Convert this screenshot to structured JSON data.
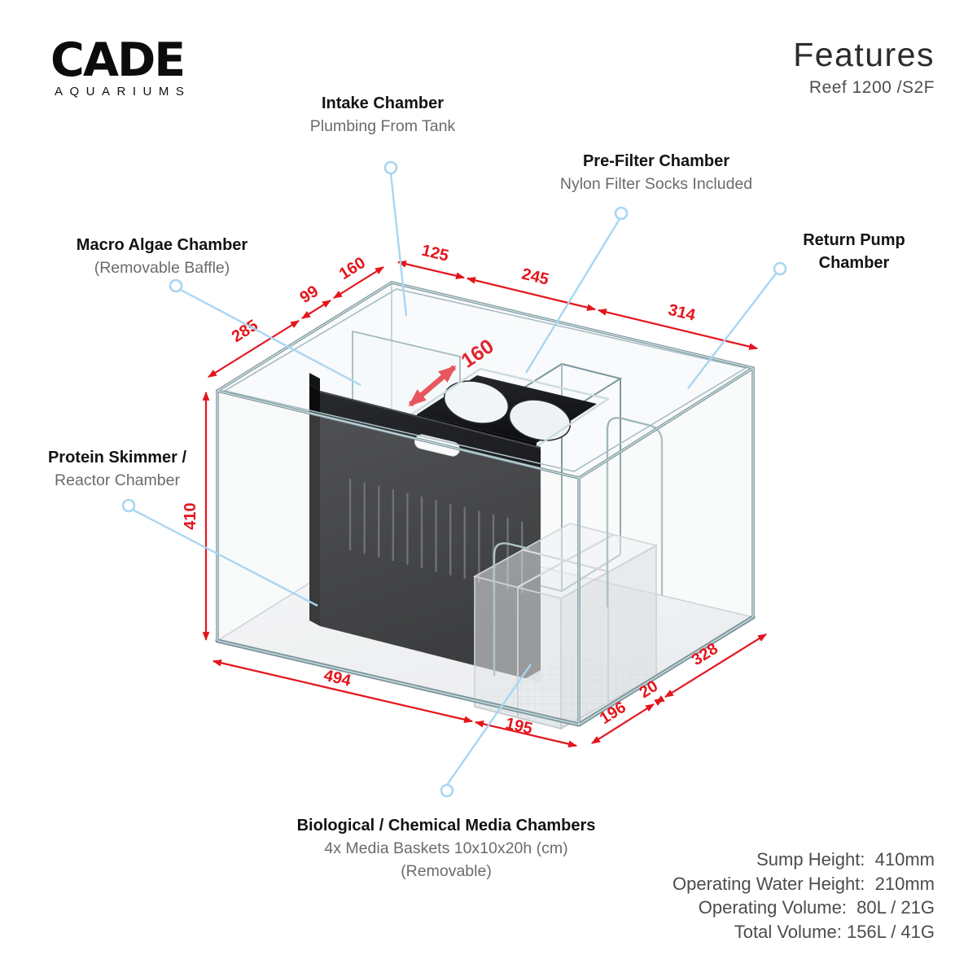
{
  "brand": {
    "name": "CADE",
    "tagline": "AQUARIUMS"
  },
  "header": {
    "title": "Features",
    "model": "Reef 1200 /S2F"
  },
  "callouts": {
    "intake": {
      "title": "Intake Chamber",
      "subtitle": "Plumbing From Tank"
    },
    "prefilter": {
      "title": "Pre-Filter Chamber",
      "subtitle": "Nylon Filter Socks Included"
    },
    "macro_algae": {
      "title": "Macro Algae Chamber",
      "subtitle": "(Removable Baffle)"
    },
    "return_pump": {
      "title": "Return Pump Chamber"
    },
    "protein_skimmer": {
      "title": "Protein Skimmer /",
      "subtitle": "Reactor Chamber"
    },
    "media": {
      "title": "Biological / Chemical Media Chambers",
      "subtitle": "4x Media Baskets 10x10x20h (cm)",
      "note": "(Removable)"
    }
  },
  "dimensions_mm": {
    "top_left_edge": [
      "285",
      "99",
      "160"
    ],
    "top_right_edge": [
      "125",
      "245",
      "314"
    ],
    "height": "410",
    "bottom_front_edge": [
      "494",
      "195"
    ],
    "bottom_right_edge": [
      "196",
      "20",
      "328"
    ],
    "sock_plate": "160"
  },
  "specs": {
    "lines": [
      "Sump Height:  410mm",
      "Operating Water Height:  210mm",
      "Operating Volume:  80L / 21G",
      "Total Volume: 156L / 41G"
    ]
  },
  "colors": {
    "dimension_red": "#e4151c",
    "plate_arrow_red": "#e8565f",
    "leader_blue": "#a8d6f2",
    "glass_edge": "#7c979d",
    "panel_black": "#17181a"
  }
}
